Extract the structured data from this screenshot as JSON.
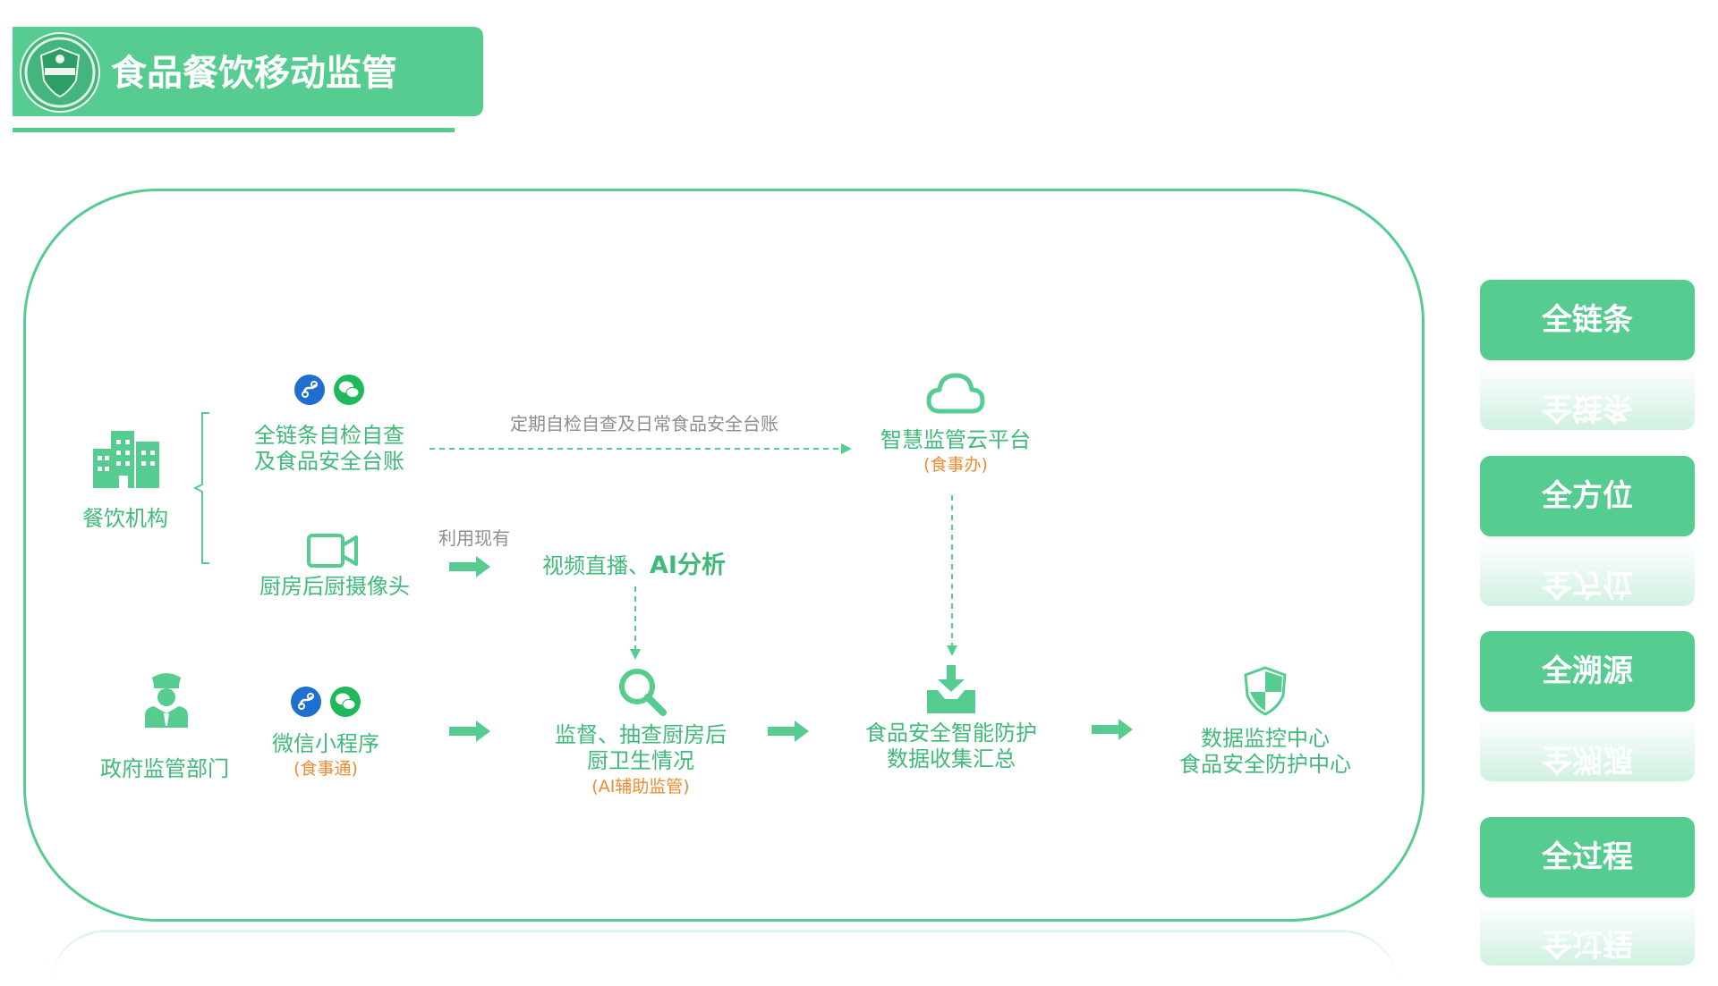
{
  "header": {
    "title": "食品餐饮移动监管"
  },
  "side_buttons": [
    {
      "label": "全链条"
    },
    {
      "label": "全方位"
    },
    {
      "label": "全溯源"
    },
    {
      "label": "全过程"
    }
  ],
  "diagram": {
    "restaurant": {
      "label": "餐饮机构"
    },
    "self_check": {
      "line1": "全链条自检自查",
      "line2": "及食品安全台账"
    },
    "self_check_arrow_label": "定期自检自查及日常食品安全台账",
    "camera": {
      "label": "厨房后厨摄像头"
    },
    "camera_arrow_label": "利用现有",
    "video": {
      "prefix": "视频直播、",
      "highlight": "AI分析"
    },
    "cloud": {
      "line1": "智慧监管云平台",
      "note": "(食事办)"
    },
    "government": {
      "label": "政府监管部门"
    },
    "mini_program": {
      "line1": "微信小程序",
      "note": "(食事通)"
    },
    "inspection": {
      "line1": "监督、抽查厨房后",
      "line2": "厨卫生情况",
      "note": "(AI辅助监管)"
    },
    "protection": {
      "line1": "食品安全智能防护",
      "line2": "数据收集汇总"
    },
    "data_center": {
      "line1": "数据监控中心",
      "line2": "食品安全防护中心"
    }
  },
  "colors": {
    "brand_green": "#56cc91",
    "text_green": "#3fba79",
    "note_orange": "#f08a2e",
    "mini_program_blue": "#1f6fcf",
    "wechat_green": "#1fb85a"
  }
}
